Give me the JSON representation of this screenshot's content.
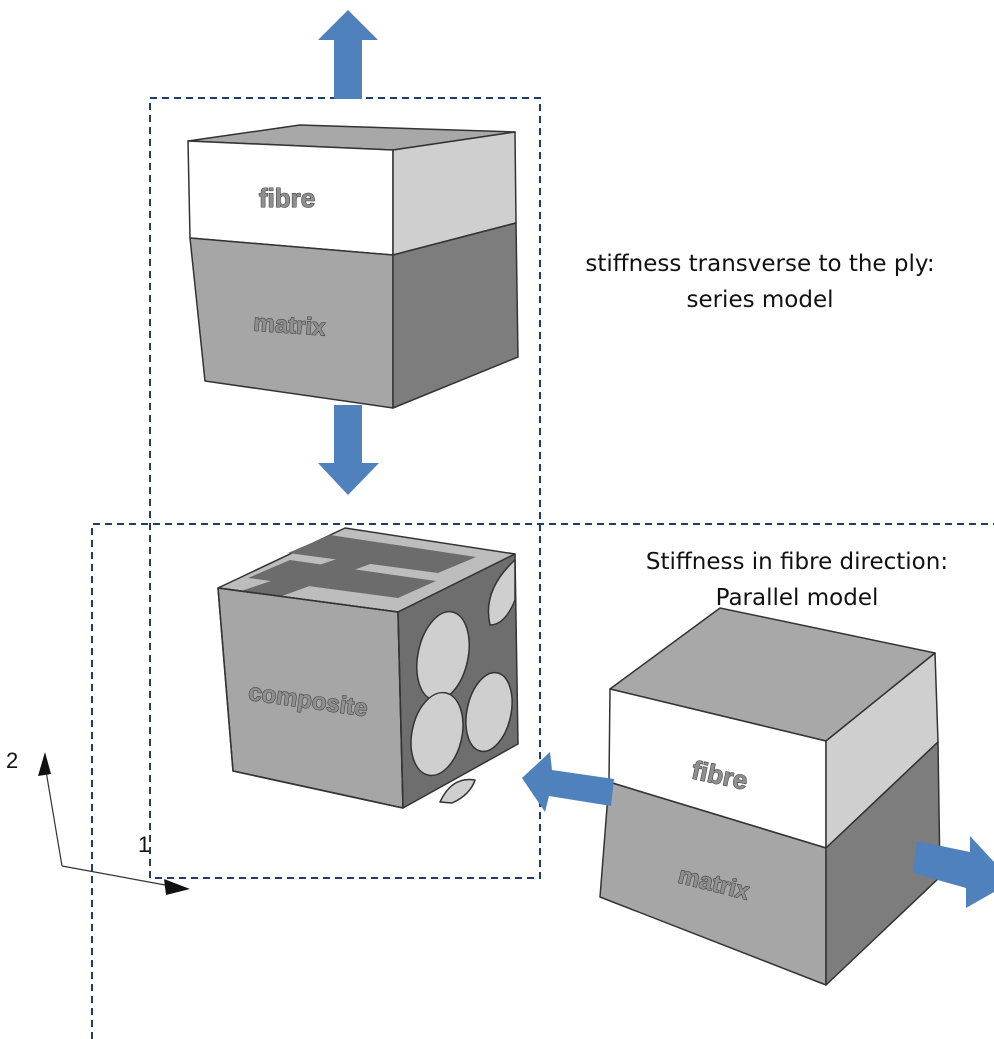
{
  "diagram": {
    "series_caption": "stiffness transverse to the ply: series model",
    "parallel_caption_line1": "Stiffness in fibre direction:",
    "parallel_caption_line2": "Parallel model",
    "top_block": {
      "upper_label": "fibre",
      "lower_label": "matrix"
    },
    "center_block": {
      "label": "composite"
    },
    "right_block": {
      "upper_label": "fibre",
      "lower_label": "matrix"
    },
    "axes": {
      "vertical_label": "2",
      "horizontal_label": "1"
    },
    "colors": {
      "arrow": "#4f81bd",
      "dashed_box": "#1f3d66",
      "fibre_face": "#ffffff",
      "matrix_face": "#a6a6a6",
      "fibre_side": "#cfcfcf",
      "matrix_side": "#7d7d7d",
      "top_face": "#a8a8a8"
    }
  }
}
